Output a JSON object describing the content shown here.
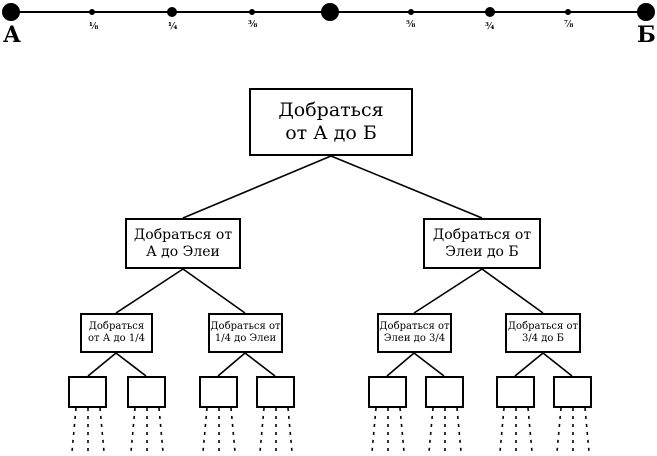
{
  "number_line": {
    "start_label": "А",
    "end_label": "Б",
    "tick_labels": [
      "⅛",
      "¼",
      "⅜",
      "⅝",
      "¾",
      "⅞"
    ]
  },
  "tree": {
    "root": {
      "lines": [
        "Добраться",
        "от А до Б"
      ]
    },
    "level1": [
      {
        "lines": [
          "Добраться от",
          "А до Элеи"
        ]
      },
      {
        "lines": [
          "Добраться от",
          "Элеи до Б"
        ]
      }
    ],
    "level2": [
      {
        "lines": [
          "Добраться",
          "от А до 1/4"
        ]
      },
      {
        "lines": [
          "Добраться от",
          "1/4 до Элеи"
        ]
      },
      {
        "lines": [
          "Добраться от",
          "Элеи до 3/4"
        ]
      },
      {
        "lines": [
          "Добраться от",
          "3/4 до Б"
        ]
      }
    ]
  }
}
